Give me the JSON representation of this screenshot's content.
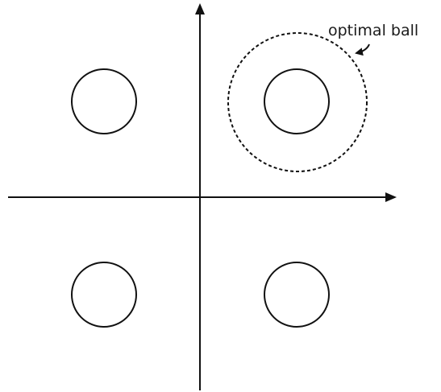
{
  "diagram": {
    "annotation": {
      "label": "optimal ball"
    },
    "colors": {
      "stroke": "#111111",
      "background": "#ffffff"
    },
    "elements": [
      "x-axis-arrow",
      "y-axis-arrow",
      "circle-top-left",
      "circle-top-right",
      "circle-bottom-left",
      "circle-bottom-right",
      "optimal-ball-dashed-circle"
    ]
  }
}
